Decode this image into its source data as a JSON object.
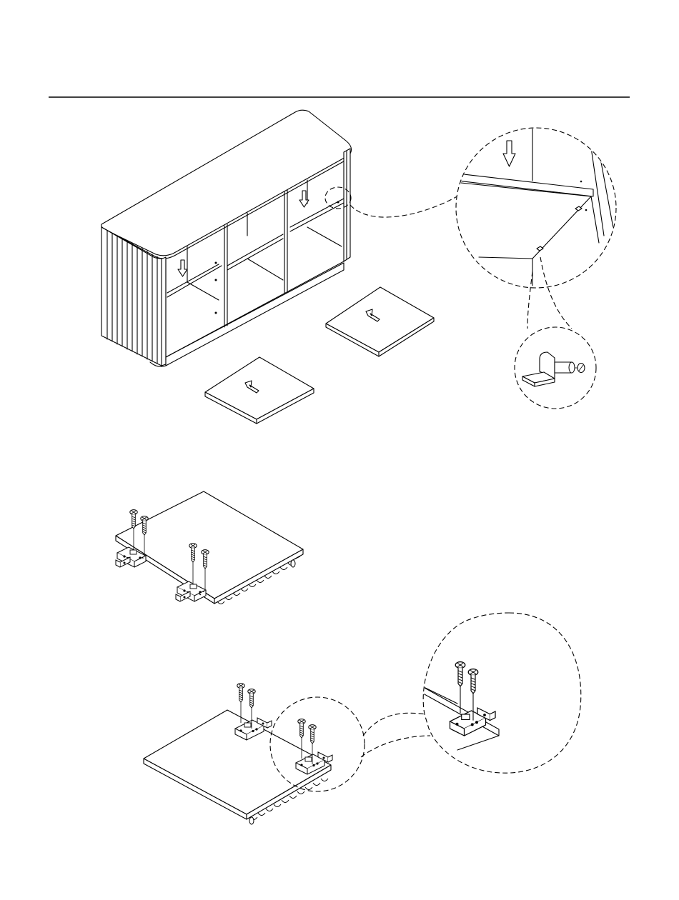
{
  "page": {
    "background": "#ffffff",
    "line_color": "#000000"
  },
  "steps": [
    {
      "name": "shelf-installation",
      "parts": [
        "shelf-panel",
        "shelf-panel"
      ],
      "hardware": "shelf-support-pin"
    },
    {
      "name": "hinge-screw-attachment",
      "parts": [
        "door-panel"
      ],
      "hardware": [
        "hinge-plate",
        "screw"
      ]
    },
    {
      "name": "hinge-detail",
      "parts": [
        "door-panel"
      ],
      "hardware": [
        "hinge-plate",
        "screw"
      ]
    }
  ],
  "icons": [
    "down-arrow-icon",
    "diagonal-arrow-icon",
    "shelf-pin-icon",
    "screw-icon",
    "hinge-icon"
  ]
}
